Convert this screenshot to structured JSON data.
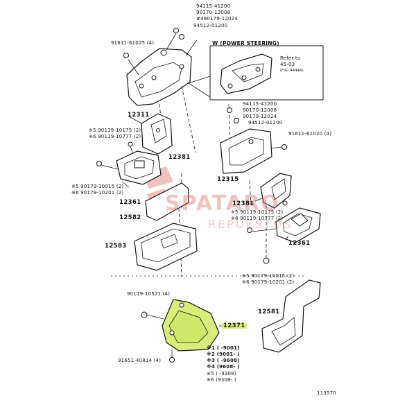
{
  "watermark": {
    "brand": "SPATARO",
    "sub": "REPUESTOS",
    "color": "#d9534f"
  },
  "highlight_color": "#d9ee7a",
  "inset": {
    "title": "W (POWER STEERING)",
    "refer_line1": "Refer to",
    "refer_line2": "45-03",
    "refer_line3": "(FIG. 4444A)"
  },
  "labels": {
    "top_p1": "94115-41200",
    "top_p2": "90170-12008",
    "top_p3": "#490179-12024",
    "top_p4": "94512-01200",
    "left_bolt": "91611-61025 (4)",
    "p12311": "12311",
    "l_90119_a": "※5 90119-10175 (2)",
    "l_90119_b": "※6 90119-10777 (2)",
    "p12381_l": "12381",
    "l_90179_a": "※5 90179-10015 (2)",
    "l_90179_b": "※6 90179-10201 (2)",
    "p12361_l": "12361",
    "p12582": "12582",
    "p12583": "12583",
    "mid_p1": "94115-41200",
    "mid_p2": "90170-12008",
    "mid_p3": "90179-12024",
    "mid_p4": "94512-01200",
    "right_bolt": "91611-61020 (4)",
    "p12315": "12315",
    "p12381_r": "12381",
    "r_90119_a": "※5 90119-10175 (2)",
    "r_90119_b": "※6 90119-10777 (2)",
    "p12361_r": "12361",
    "r_90179_a": "※5 90179-10015 (2)",
    "r_90179_b": "※6 90179-10201 (2)",
    "p12581": "12581",
    "bot_bolt_top": "90119-10521 (4)",
    "p12371": "12371",
    "bot_bolt_bottom": "91651-40814 (4)",
    "fig_no": "113570"
  },
  "legend": [
    "※1 (        -9001)",
    "※2 (9001-        )",
    "※3 (        -9608)",
    "※4 (9608-        )",
    "※5 (        -9308)",
    "※6 (9308-        )"
  ]
}
